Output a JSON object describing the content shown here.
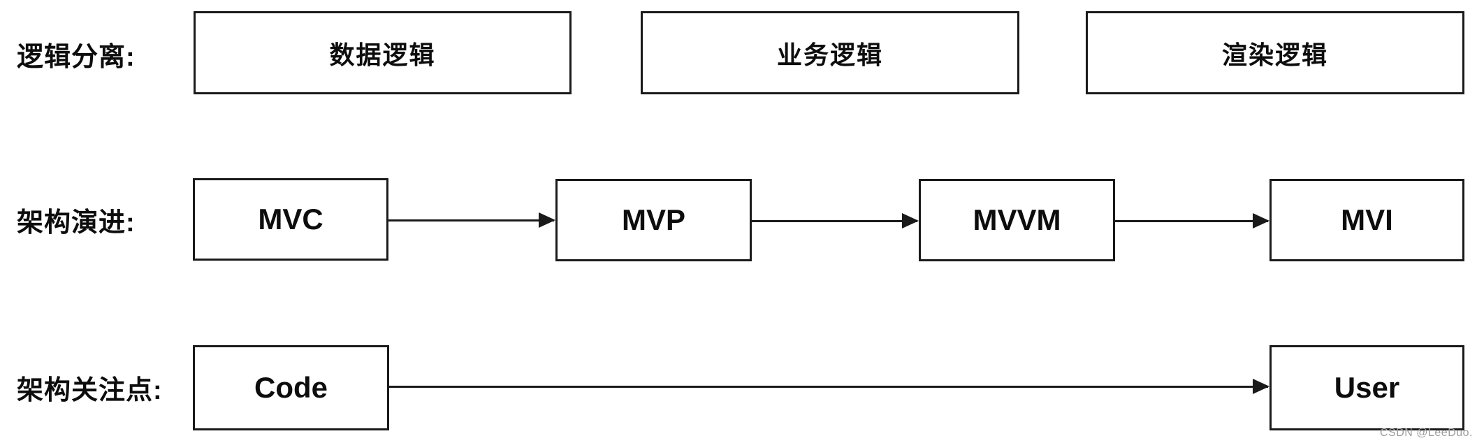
{
  "diagram": {
    "rows": [
      {
        "label": "逻辑分离:",
        "boxes": [
          {
            "label": "数据逻辑"
          },
          {
            "label": "业务逻辑"
          },
          {
            "label": "渲染逻辑"
          }
        ]
      },
      {
        "label": "架构演进:",
        "boxes": [
          {
            "label": "MVC"
          },
          {
            "label": "MVP"
          },
          {
            "label": "MVVM"
          },
          {
            "label": "MVI"
          }
        ]
      },
      {
        "label": "架构关注点:",
        "boxes": [
          {
            "label": "Code"
          },
          {
            "label": "User"
          }
        ]
      }
    ],
    "arrows": [
      {
        "from": "MVC",
        "to": "MVP"
      },
      {
        "from": "MVP",
        "to": "MVVM"
      },
      {
        "from": "MVVM",
        "to": "MVI"
      },
      {
        "from": "Code",
        "to": "User"
      }
    ],
    "colors": {
      "border": "#1a1a1a",
      "text": "#0d0d0d",
      "bg": "#ffffff",
      "watermark": "#9c9ca2"
    }
  },
  "watermark": {
    "text": "CSDN @LeeDuo."
  }
}
